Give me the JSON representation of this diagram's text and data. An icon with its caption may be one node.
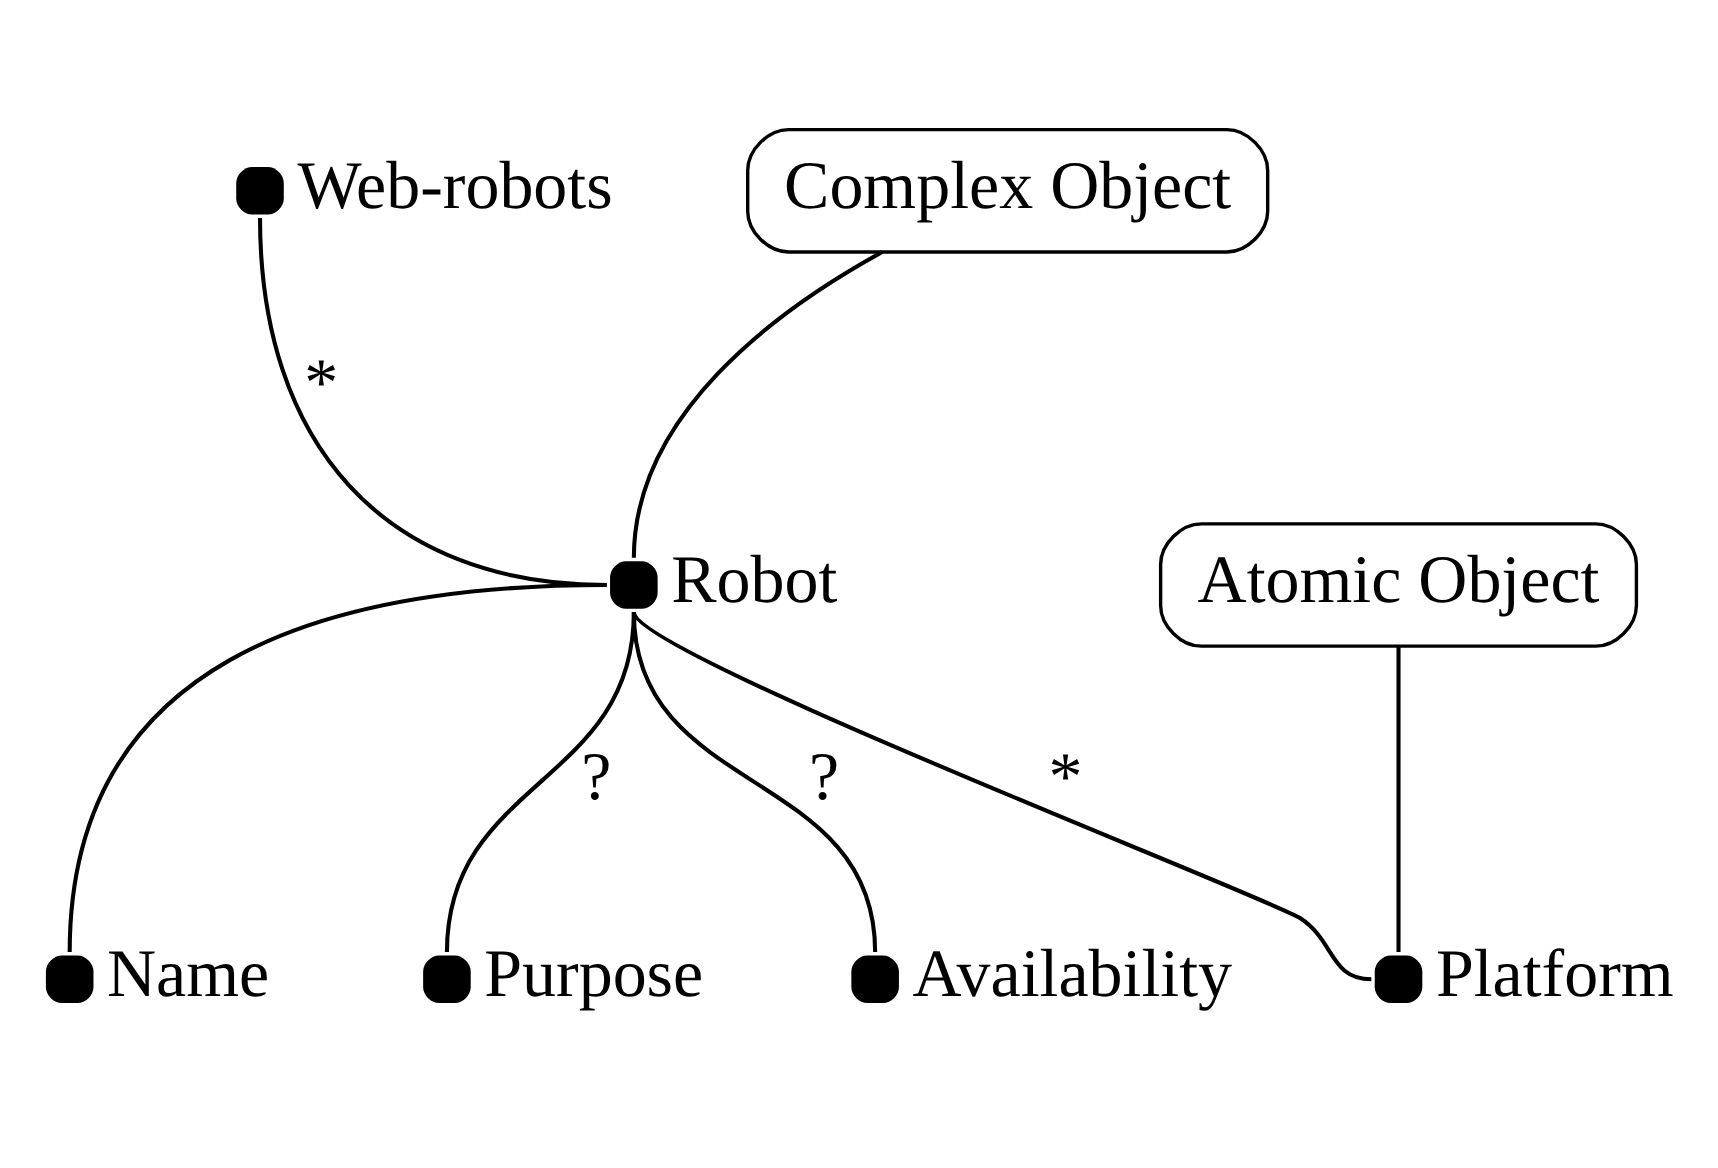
{
  "diagram": {
    "nodes": [
      {
        "text": [],
        "shape": "circle",
        "beside": [
          "Web-robots"
        ]
      },
      {
        "text": [
          "Complex Object"
        ]
      },
      {
        "text": [],
        "shape": "circle",
        "beside": [
          "Robot"
        ]
      },
      {
        "text": [
          "Atomic Object"
        ]
      },
      {
        "text": [],
        "shape": "circle",
        "beside": [
          "Name"
        ]
      },
      {
        "text": [],
        "shape": "circle",
        "beside": [
          "Purpose"
        ]
      },
      {
        "text": [],
        "shape": "circle",
        "beside": [
          "Availability"
        ]
      },
      {
        "text": [],
        "shape": "circle",
        "beside": [
          "Platform"
        ]
      }
    ],
    "edges": [
      {
        "from": 0,
        "to": 2,
        "arrow": "none",
        "label": "*"
      },
      {
        "from": 1,
        "to": 2,
        "arrow": "none"
      },
      {
        "from": 2,
        "to": 4,
        "arrow": "none"
      },
      {
        "from": 2,
        "to": 5,
        "arrow": "none",
        "label": "?"
      },
      {
        "from": 2,
        "to": 6,
        "arrow": "none",
        "label": "?"
      },
      {
        "from": 2,
        "to": 7,
        "arrow": "none",
        "label": "*"
      },
      {
        "from": 3,
        "to": 7,
        "arrow": "none"
      }
    ]
  }
}
